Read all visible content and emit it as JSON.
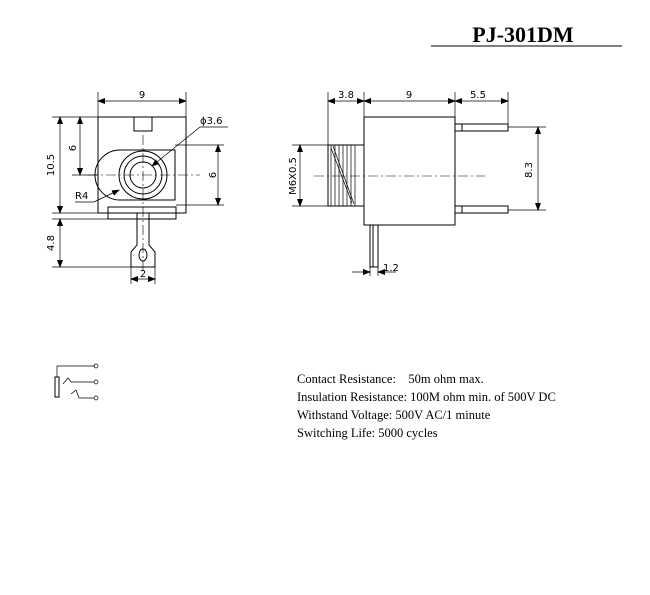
{
  "title": "PJ-301DM",
  "front_view": {
    "width": "9",
    "height": "10.5",
    "upper": "6",
    "right": "6",
    "hole_diameter": "ϕ3.6",
    "radius": "R4",
    "tab_length": "4.8",
    "tab_width": "2"
  },
  "side_view": {
    "thread_length": "3.8",
    "body_length": "9",
    "pin_length": "5.5",
    "thread_spec": "M6X0.5",
    "pin_spacing": "8.3",
    "pin_thickness": "1.2"
  },
  "specs": {
    "contact": "Contact Resistance:    50m ohm max.",
    "insulation": "Insulation Resistance: 100M ohm min. of 500V DC",
    "voltage": "Withstand Voltage: 500V AC/1 minute",
    "life": "Switching Life: 5000 cycles"
  }
}
